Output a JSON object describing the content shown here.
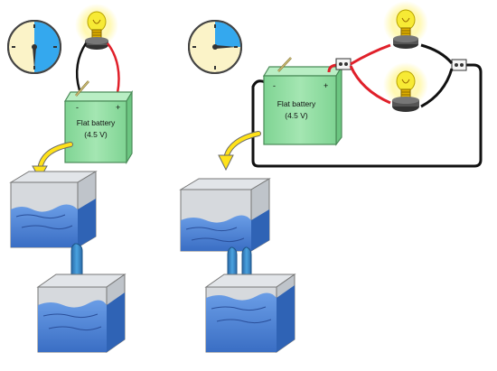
{
  "diagram": {
    "panels": [
      {
        "id": "single-bulb",
        "battery": {
          "line1": "Flat battery",
          "line2": "(4.5 V)",
          "minus": "-",
          "plus": "+"
        },
        "bulb_count": 1,
        "timer_fraction": 0.5
      },
      {
        "id": "two-bulbs",
        "battery": {
          "line1": "Flat battery",
          "line2": "(4.5 V)",
          "minus": "-",
          "plus": "+"
        },
        "bulb_count": 2,
        "timer_fraction": 0.25
      }
    ],
    "colors": {
      "battery_fill": "#8edc9f",
      "battery_stroke": "#4a8a58",
      "water": "#4d86d9",
      "water_dark": "#2f63b5",
      "tank_glass": "#cfd3d8",
      "clock_face": "#fbf3c8",
      "clock_fill": "#34a8ee",
      "bulb_glow": "#fff5a0",
      "bulb_glass": "#f7ea35",
      "wire_red": "#e0202a",
      "wire_black": "#111111",
      "arrow": "#ffe21a",
      "pipe": "#2f7fc0"
    }
  }
}
